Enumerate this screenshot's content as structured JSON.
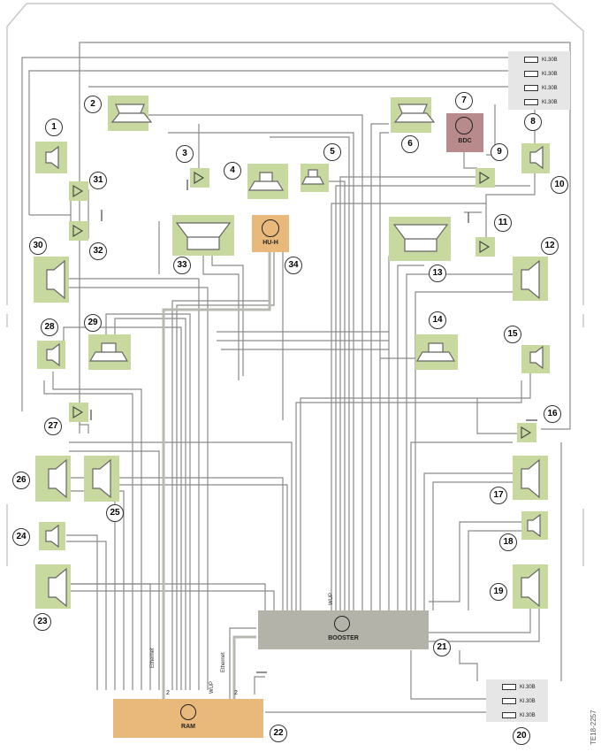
{
  "colors": {
    "speaker_bg": "#c8d9a0",
    "speaker_stroke": "#6b6b6b",
    "wire": "#8a8a8a",
    "wire_light": "#b5b5b5",
    "booster_fill": "#b3b3aa",
    "ram_fill": "#e8b97a",
    "huh_fill": "#e8b97a",
    "bdc_fill": "#b98a8c",
    "fuse_fill": "#e6e6e6"
  },
  "components": {
    "bdc": {
      "label": "BDC"
    },
    "huh": {
      "label": "HU-H"
    },
    "booster": {
      "label": "BOOSTER"
    },
    "ram": {
      "label": "RAM"
    }
  },
  "fuse_blocks": {
    "top": {
      "labels": [
        "Kl.30B",
        "Kl.30B",
        "Kl.30B",
        "Kl.30B"
      ]
    },
    "bottom": {
      "labels": [
        "Kl.30B",
        "Kl.30B",
        "Kl.30B"
      ]
    }
  },
  "bus_labels": {
    "ethernet": "Ethernet",
    "wup": "WUP",
    "count": "2"
  },
  "callouts": [
    "1",
    "2",
    "3",
    "4",
    "5",
    "6",
    "7",
    "8",
    "9",
    "10",
    "11",
    "12",
    "13",
    "14",
    "15",
    "16",
    "17",
    "18",
    "19",
    "20",
    "21",
    "22",
    "23",
    "24",
    "25",
    "26",
    "27",
    "28",
    "29",
    "30",
    "31",
    "32",
    "33",
    "34"
  ],
  "reference": "TE18-2257"
}
